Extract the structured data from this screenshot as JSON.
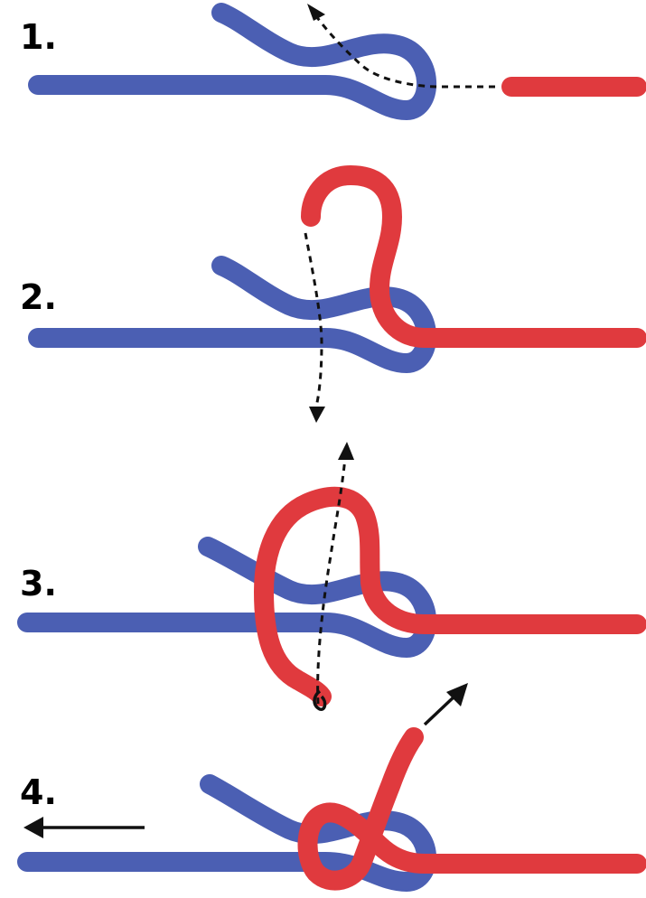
{
  "steps": [
    {
      "label": "1."
    },
    {
      "label": "2."
    },
    {
      "label": "3."
    },
    {
      "label": "4."
    }
  ],
  "colors": {
    "blue_rope": "#4b5fb3",
    "red_rope": "#e03a3e",
    "arrow": "#111111",
    "background": "#ffffff"
  }
}
